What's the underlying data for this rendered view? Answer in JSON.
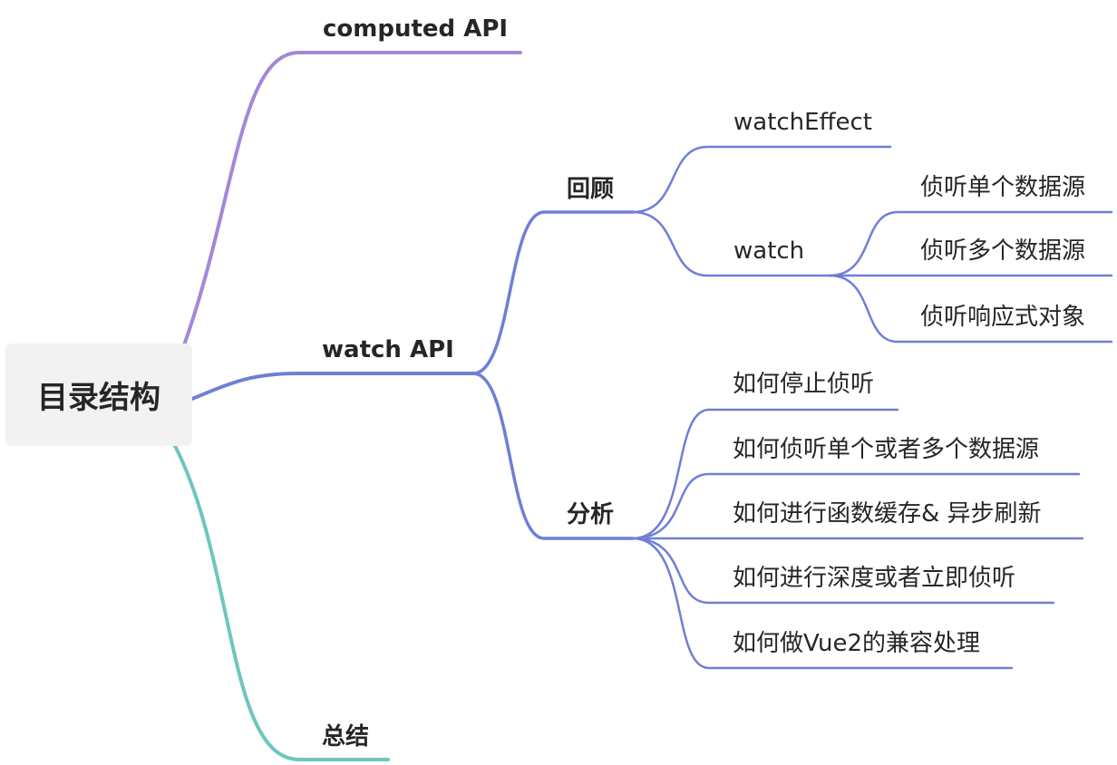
{
  "root": {
    "label": "目录结构"
  },
  "branches": {
    "computed": {
      "label": "computed API"
    },
    "watch": {
      "label": "watch API",
      "review": {
        "label": "回顾",
        "watchEffect": {
          "label": "watchEffect"
        },
        "watch": {
          "label": "watch",
          "children": [
            {
              "label": "侦听单个数据源"
            },
            {
              "label": "侦听多个数据源"
            },
            {
              "label": "侦听响应式对象"
            }
          ]
        }
      },
      "analysis": {
        "label": "分析",
        "children": [
          {
            "label": "如何停止侦听"
          },
          {
            "label": "如何侦听单个或者多个数据源"
          },
          {
            "label": "如何进行函数缓存& 异步刷新"
          },
          {
            "label": "如何进行深度或者立即侦听"
          },
          {
            "label": "如何做Vue2的兼容处理"
          }
        ]
      }
    },
    "summary": {
      "label": "总结"
    }
  },
  "colors": {
    "computed": "#a487d9",
    "watch": "#6f7fd6",
    "summary": "#6dc6c0",
    "root_bg": "#f2f2f2",
    "text": "#262626"
  }
}
